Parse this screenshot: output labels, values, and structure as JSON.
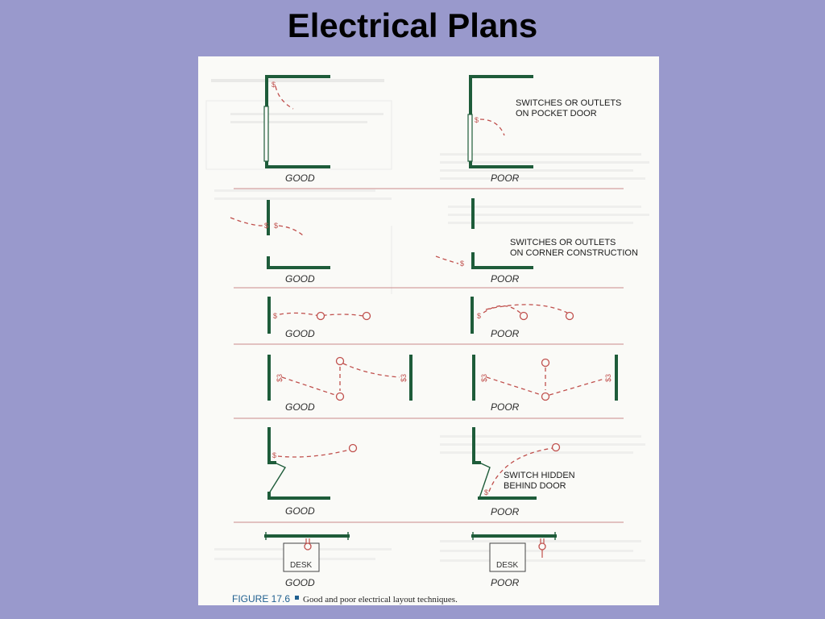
{
  "slide": {
    "title": "Electrical Plans"
  },
  "figure": {
    "notes": {
      "pocket_door": [
        "SWITCHES OR OUTLETS",
        "ON POCKET DOOR"
      ],
      "corner": [
        "SWITCHES OR OUTLETS",
        "ON CORNER CONSTRUCTION"
      ],
      "hidden": [
        "SWITCH HIDDEN",
        "BEHIND DOOR"
      ]
    },
    "labels": {
      "good": "GOOD",
      "poor": "POOR",
      "desk": "DESK"
    },
    "switch_symbol": "$",
    "switch_symbol_3way": "$3",
    "caption": {
      "figure_number": "FIGURE 17.6",
      "text": "Good and poor electrical layout techniques."
    },
    "colors": {
      "wall": "#1e5c3a",
      "wiring": "#c0504d",
      "background": "#9999cc"
    }
  }
}
